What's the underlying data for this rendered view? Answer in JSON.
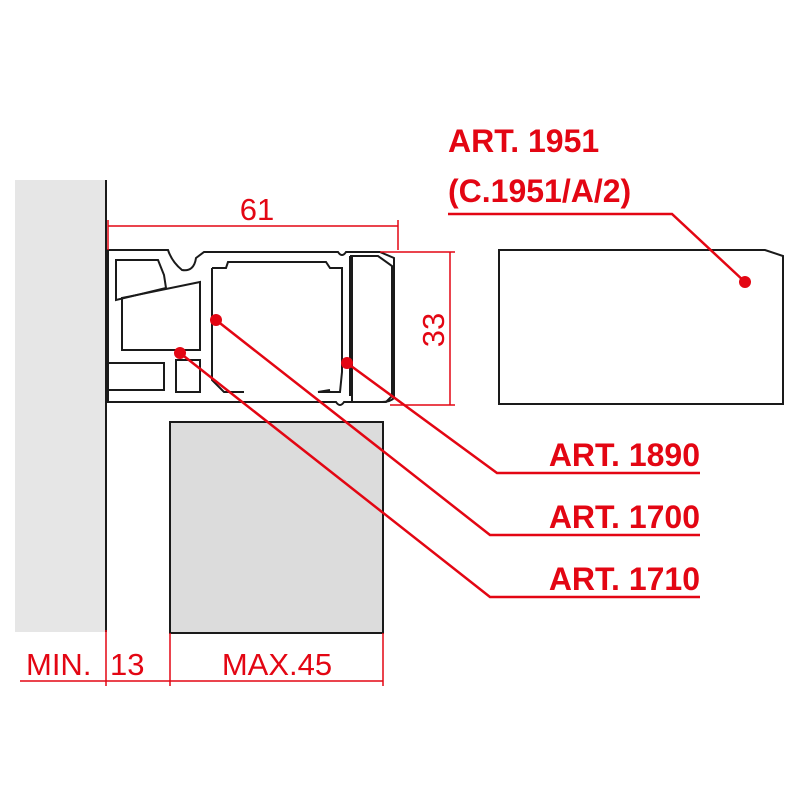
{
  "colors": {
    "accent": "#e30613",
    "wall": "#e6e6e6",
    "panel": "#dcdcdc"
  },
  "labels": {
    "art_1951": "ART. 1951",
    "art_1951_code": "(C.1951/A/2)",
    "art_1890": "ART. 1890",
    "art_1700": "ART. 1700",
    "art_1710": "ART. 1710"
  },
  "dimensions": {
    "width": "61",
    "height": "33",
    "min": "MIN.",
    "min_value": "13",
    "max": "MAX.45"
  }
}
